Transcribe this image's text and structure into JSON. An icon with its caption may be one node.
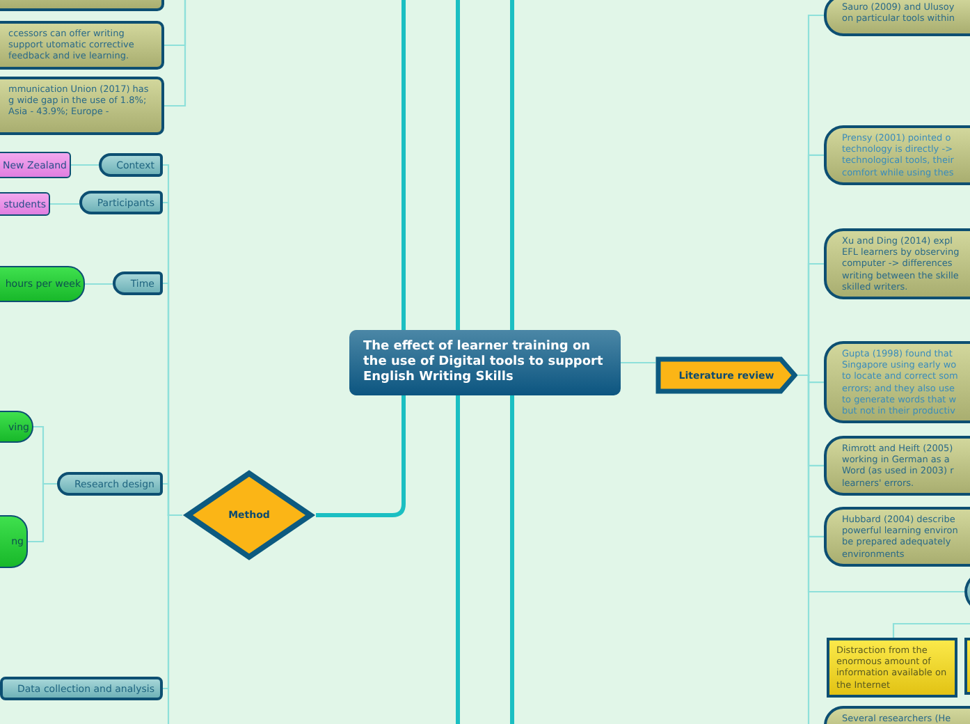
{
  "diagram": {
    "nodes": [
      {
        "text": [
          "The effect of learner training on the use of Digital tools to support English Writing Skills"
        ]
      },
      {
        "text": [
          "Method"
        ]
      },
      {
        "text": [
          "Literature review"
        ]
      },
      {
        "text": [
          "Context"
        ]
      },
      {
        "text": [
          "Participants"
        ]
      },
      {
        "text": [
          "Time"
        ]
      },
      {
        "text": [
          "Research design"
        ]
      },
      {
        "text": [
          "Data collection and analysis"
        ]
      },
      {
        "text": [
          "New Zealand"
        ]
      },
      {
        "text": [
          "students"
        ]
      },
      {
        "text": [
          "hours per week"
        ]
      },
      {
        "text": [
          "ving"
        ]
      },
      {
        "text": [
          "ng"
        ]
      },
      {
        "text": [],
        "shape": "box"
      },
      {
        "text": [
          "ccessors can offer writing support utomatic corrective feedback and ive learning."
        ]
      },
      {
        "text": [
          "mmunication Union (2017) has g wide gap in the use of 1.8%; Asia - 43.9%; Europe -"
        ]
      },
      {
        "text": [
          "Sauro (2009) and Ulusoy on particular tools within"
        ]
      },
      {
        "text": [
          "Prensy (2001) pointed o technology is directly -> technological tools, their comfort while using thes"
        ]
      },
      {
        "text": [
          "Xu and Ding (2014) expl EFL learners by observing computer -> differences writing between the skille skilled writers."
        ]
      },
      {
        "text": [
          "Gupta (1998) found that Singapore using early wo to locate and correct som errors; and they also use to generate words that w but not in their productiv"
        ]
      },
      {
        "text": [
          "Rimrott and Heift (2005) working in German as a Word (as used in 2003) r learners' errors."
        ]
      },
      {
        "text": [
          "Hubbard (2004) describe powerful learning environ be prepared adequately environments"
        ]
      },
      {
        "text": [],
        "shape": "circle"
      },
      {
        "text": [
          "Distraction from the enormous amount of information available on the Internet"
        ]
      },
      {
        "text": [],
        "shape": "box"
      },
      {
        "text": [
          "Several researchers (He"
        ]
      }
    ],
    "edges": [
      {
        "from": 0,
        "to": 1,
        "arrow": "none",
        "style": "thick",
        "color": "#1bbfc2"
      },
      {
        "from": 0,
        "to": 2,
        "arrow": "none"
      },
      {
        "from": 0,
        "to": null,
        "arrow": "none",
        "style": "thick",
        "color": "#1bbfc2"
      },
      {
        "from": 0,
        "to": null,
        "arrow": "none",
        "style": "thick",
        "color": "#1bbfc2"
      },
      {
        "from": 0,
        "to": null,
        "arrow": "none",
        "style": "thick",
        "color": "#1bbfc2"
      },
      {
        "from": 0,
        "to": null,
        "arrow": "none",
        "style": "thick",
        "color": "#1bbfc2"
      },
      {
        "from": 0,
        "to": null,
        "arrow": "none",
        "style": "thick",
        "color": "#1bbfc2"
      },
      {
        "from": 1,
        "to": 3,
        "arrow": "none"
      },
      {
        "from": 1,
        "to": 4,
        "arrow": "none"
      },
      {
        "from": 1,
        "to": 5,
        "arrow": "none"
      },
      {
        "from": 1,
        "to": 6,
        "arrow": "none"
      },
      {
        "from": 1,
        "to": 7,
        "arrow": "none"
      },
      {
        "from": 1,
        "to": null,
        "arrow": "none"
      },
      {
        "from": 3,
        "to": 8,
        "arrow": "none"
      },
      {
        "from": 4,
        "to": 9,
        "arrow": "none"
      },
      {
        "from": 5,
        "to": 10,
        "arrow": "none"
      },
      {
        "from": 6,
        "to": 11,
        "arrow": "none"
      },
      {
        "from": 6,
        "to": 12,
        "arrow": "none"
      },
      {
        "from": null,
        "to": 14,
        "arrow": "none"
      },
      {
        "from": null,
        "to": 15,
        "arrow": "none"
      },
      {
        "from": 2,
        "to": 16,
        "arrow": "none"
      },
      {
        "from": 2,
        "to": 17,
        "arrow": "none"
      },
      {
        "from": 2,
        "to": 18,
        "arrow": "none"
      },
      {
        "from": 2,
        "to": 19,
        "arrow": "none"
      },
      {
        "from": 2,
        "to": 20,
        "arrow": "none"
      },
      {
        "from": 2,
        "to": 21,
        "arrow": "none"
      },
      {
        "from": 2,
        "to": 22,
        "arrow": "none"
      },
      {
        "from": 2,
        "to": 25,
        "arrow": "none"
      },
      {
        "from": 22,
        "to": 23,
        "arrow": "none"
      }
    ]
  }
}
